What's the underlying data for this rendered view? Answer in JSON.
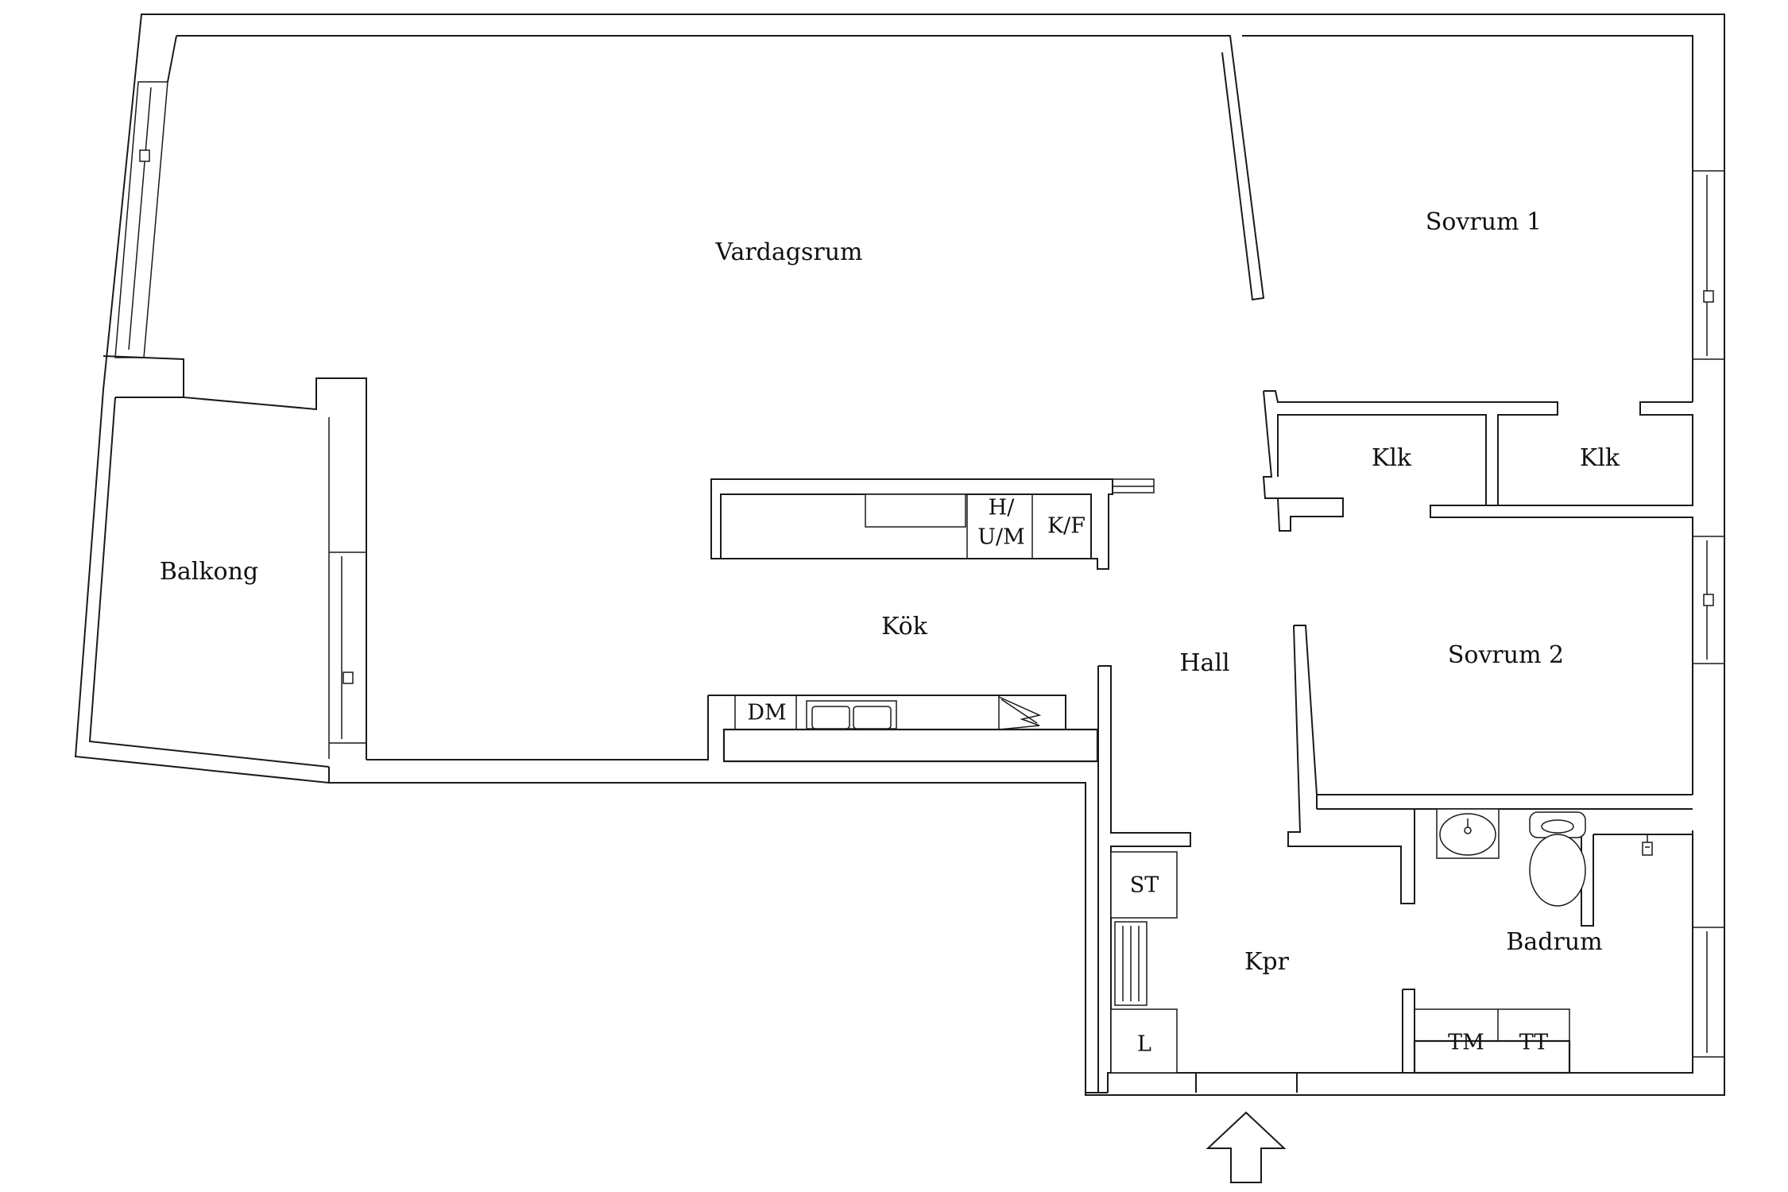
{
  "rooms": {
    "vardagsrum": "Vardagsrum",
    "sovrum1": "Sovrum 1",
    "sovrum2": "Sovrum 2",
    "balkong": "Balkong",
    "kok": "Kök",
    "hall": "Hall",
    "klk1": "Klk",
    "klk2": "Klk",
    "kpr": "Kpr",
    "badrum": "Badrum"
  },
  "fixtures": {
    "hum_line1": "H/",
    "hum_line2": "U/M",
    "kf": "K/F",
    "dm": "DM",
    "st": "ST",
    "l": "L",
    "tm": "TM",
    "tt": "TT"
  }
}
